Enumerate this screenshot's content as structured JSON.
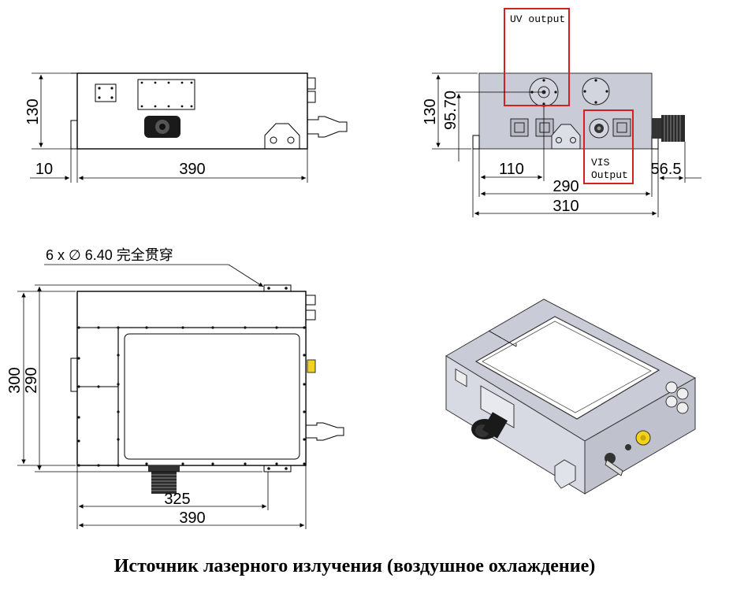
{
  "front_view": {
    "height_dim": "130",
    "offset_dim": "10",
    "length_dim": "390"
  },
  "side_view": {
    "height_dim": "130",
    "uv_height_dim": "95.70",
    "uv_label": "UV output",
    "vis_label_line1": "VIS",
    "vis_label_line2": "Output",
    "dim_110": "110",
    "dim_290": "290",
    "dim_310": "310",
    "dim_56_5": "56.5"
  },
  "top_view": {
    "hole_note": "6 x ∅ 6.40 完全贯穿",
    "dim_300": "300",
    "dim_290": "290",
    "dim_325": "325",
    "dim_390": "390"
  },
  "caption": "Источник лазерного излучения (воздушное охлаждение)",
  "colors": {
    "highlight": "#d42020",
    "housing": "#c9ccd6",
    "connector": "#f2d21a"
  }
}
